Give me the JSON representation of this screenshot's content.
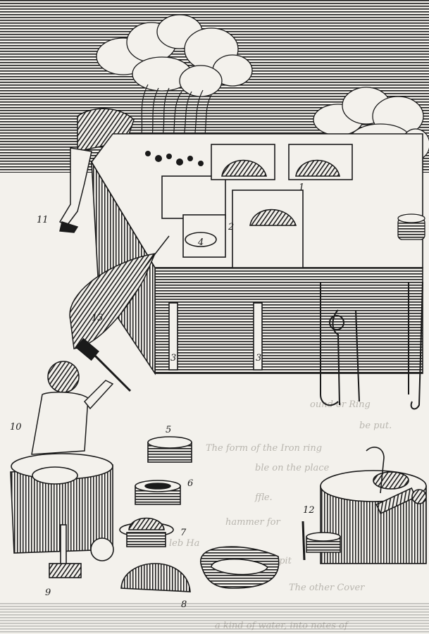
{
  "engraving": {
    "ink_color": "#141414",
    "paper_color": "#f3f1ec",
    "bleed_through_color": "#b9b6af"
  },
  "plate_numbers": {
    "n1": "1",
    "n2": "2",
    "n3a": "3",
    "n3b": "3",
    "n4": "4",
    "n5": "5",
    "n6": "6",
    "n7": "7",
    "n8": "8",
    "n9": "9",
    "n10": "10",
    "n11": "11",
    "n12": "12",
    "n13": "13"
  },
  "bleed_through_text": {
    "line1": "ound or Ring",
    "line2": "be put.",
    "line3": "The form of the Iron ring",
    "line4": "ble on the place",
    "line5": "ffle.",
    "line6": "hammer for",
    "line7": "leb Ha",
    "line8": "oper pit",
    "line9": "The other Cover",
    "line10": "a kind of water, into notes of"
  }
}
